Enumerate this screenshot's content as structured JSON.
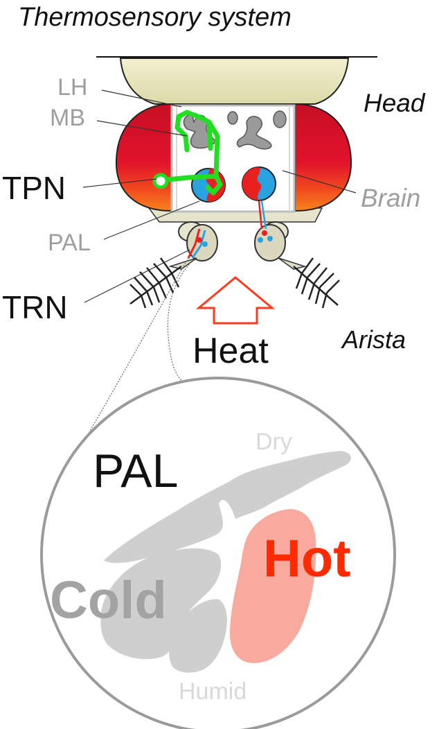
{
  "figure": {
    "title": "Thermosensory system",
    "labels": {
      "head": "Head",
      "brain": "Brain",
      "arista": "Arista",
      "heat": "Heat",
      "lh": "LH",
      "mb": "MB",
      "tpn": "TPN",
      "pal": "PAL",
      "trn": "TRN"
    },
    "inset": {
      "title": "PAL",
      "dry": "Dry",
      "hot": "Hot",
      "cold": "Cold",
      "humid": "Humid"
    }
  },
  "colors": {
    "eye_red": "#d4102a",
    "eye_orange": "#f25a1a",
    "head_cream": "#efedc8",
    "neuron_green": "#22dd22",
    "hot_fill": "#f9aa9e",
    "hot_text": "#ff2a00",
    "region_grey": "#cfcfcf",
    "lobe_red": "#e82020",
    "lobe_blue": "#29a3df",
    "arrow_red": "#ff3b1f"
  }
}
